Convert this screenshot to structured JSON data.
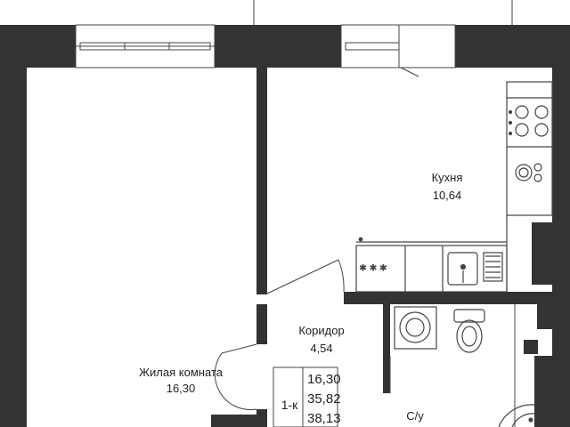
{
  "rooms": {
    "kitchen": {
      "name": "Кухня",
      "area": "10,64"
    },
    "corridor": {
      "name": "Коридор",
      "area": "4,54"
    },
    "living": {
      "name": "Жилая комната",
      "area": "16,30"
    },
    "bathroom": {
      "name": "С/у"
    }
  },
  "summary": {
    "type": "1-к",
    "living_area": "16,30",
    "total_area": "35,82",
    "total_with_balcony": "38,13"
  },
  "icons": [
    "stove-icon",
    "washer-icon",
    "toilet-icon",
    "sink-icon"
  ],
  "colors": {
    "wall": "#333333",
    "line": "#444444"
  }
}
